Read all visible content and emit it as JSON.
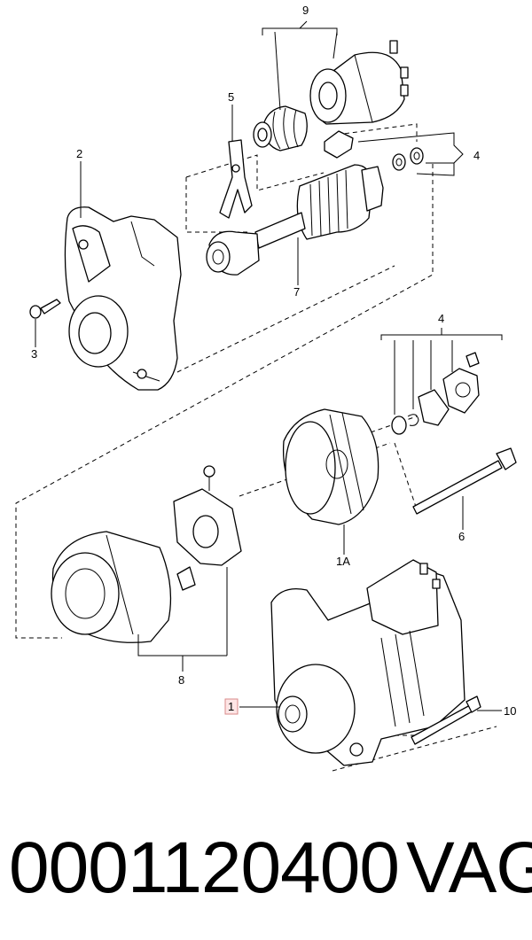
{
  "callouts": {
    "c1": "1",
    "c1a": "1A",
    "c2": "2",
    "c3": "3",
    "c4_top": "4",
    "c4_mid": "4",
    "c5": "5",
    "c6": "6",
    "c7": "7",
    "c8": "8",
    "c9": "9",
    "c10": "10"
  },
  "caption": {
    "part_number": "0001120400",
    "brand": "VAG"
  },
  "colors": {
    "line": "#000000",
    "highlight_fill": "#fde5e5",
    "highlight_border": "#d98a8a"
  }
}
